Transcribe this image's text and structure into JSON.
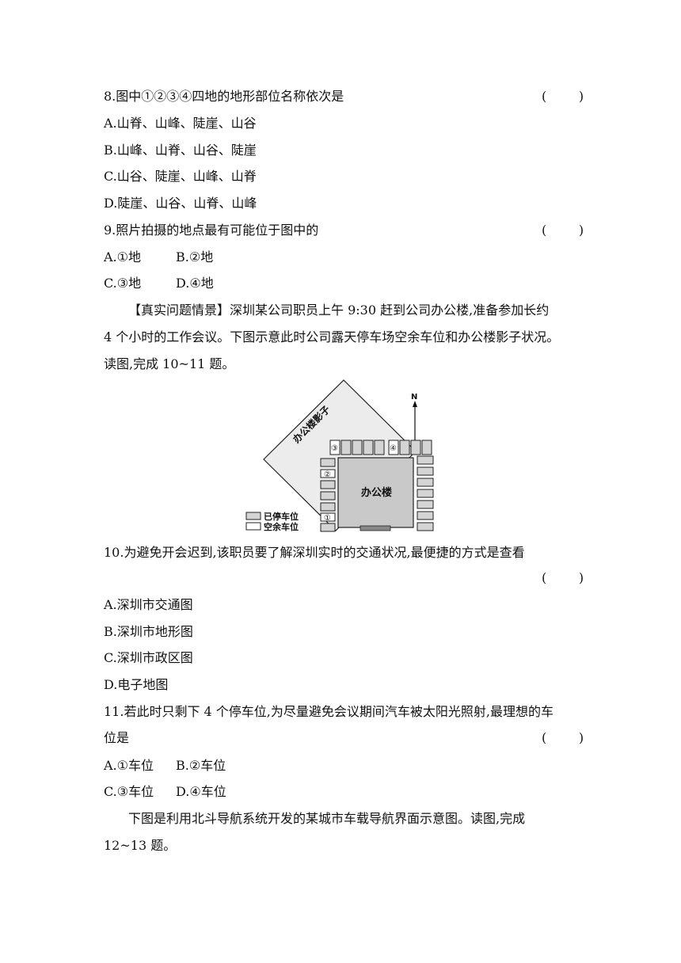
{
  "q8": {
    "stem": "8.图中①②③④四地的地形部位名称依次是",
    "paren": "(        )",
    "options": [
      "A.山脊、山峰、陡崖、山谷",
      "B.山峰、山脊、山谷、陡崖",
      "C.山谷、陡崖、山峰、山脊",
      "D.陡崖、山谷、山脊、山峰"
    ]
  },
  "q9": {
    "stem": "9.照片拍摄的地点最有可能位于图中的",
    "paren": "(        )",
    "options": [
      "A.①地",
      "B.②地",
      "C.③地",
      "D.④地"
    ]
  },
  "context1": {
    "lines": [
      "【真实问题情景】深圳某公司职员上午 9:30 赶到公司办公楼,准备参加长约",
      "4 个小时的工作会议。下图示意此时公司露天停车场空余车位和办公楼影子状况。",
      "读图,完成 10~11 题。"
    ]
  },
  "figure": {
    "shadow_label": "办公楼影子",
    "building_label": "办公楼",
    "north_label": "N",
    "spot_markers": [
      "①",
      "②",
      "③",
      "④"
    ],
    "legend": [
      "已停车位",
      "空余车位"
    ],
    "colors": {
      "occupied": "#d4d4d4",
      "empty": "#ffffff",
      "shadow": "#ececec",
      "building": "#c9c9c9",
      "stroke": "#222222"
    }
  },
  "q10": {
    "stem": "10.为避免开会迟到,该职员要了解深圳实时的交通状况,最便捷的方式是查看",
    "paren": "(        )",
    "options": [
      "A.深圳市交通图",
      "B.深圳市地形图",
      "C.深圳市政区图",
      "D.电子地图"
    ]
  },
  "q11": {
    "stem_line1": "11.若此时只剩下 4 个停车位,为尽量避免会议期间汽车被太阳光照射,最理想的车",
    "stem_line2": "位是",
    "paren": "(        )",
    "options": [
      "A.①车位",
      "B.②车位",
      "C.③车位",
      "D.④车位"
    ]
  },
  "context2": {
    "lines": [
      "下图是利用北斗导航系统开发的某城市车载导航界面示意图。读图,完成",
      "12~13 题。"
    ]
  }
}
